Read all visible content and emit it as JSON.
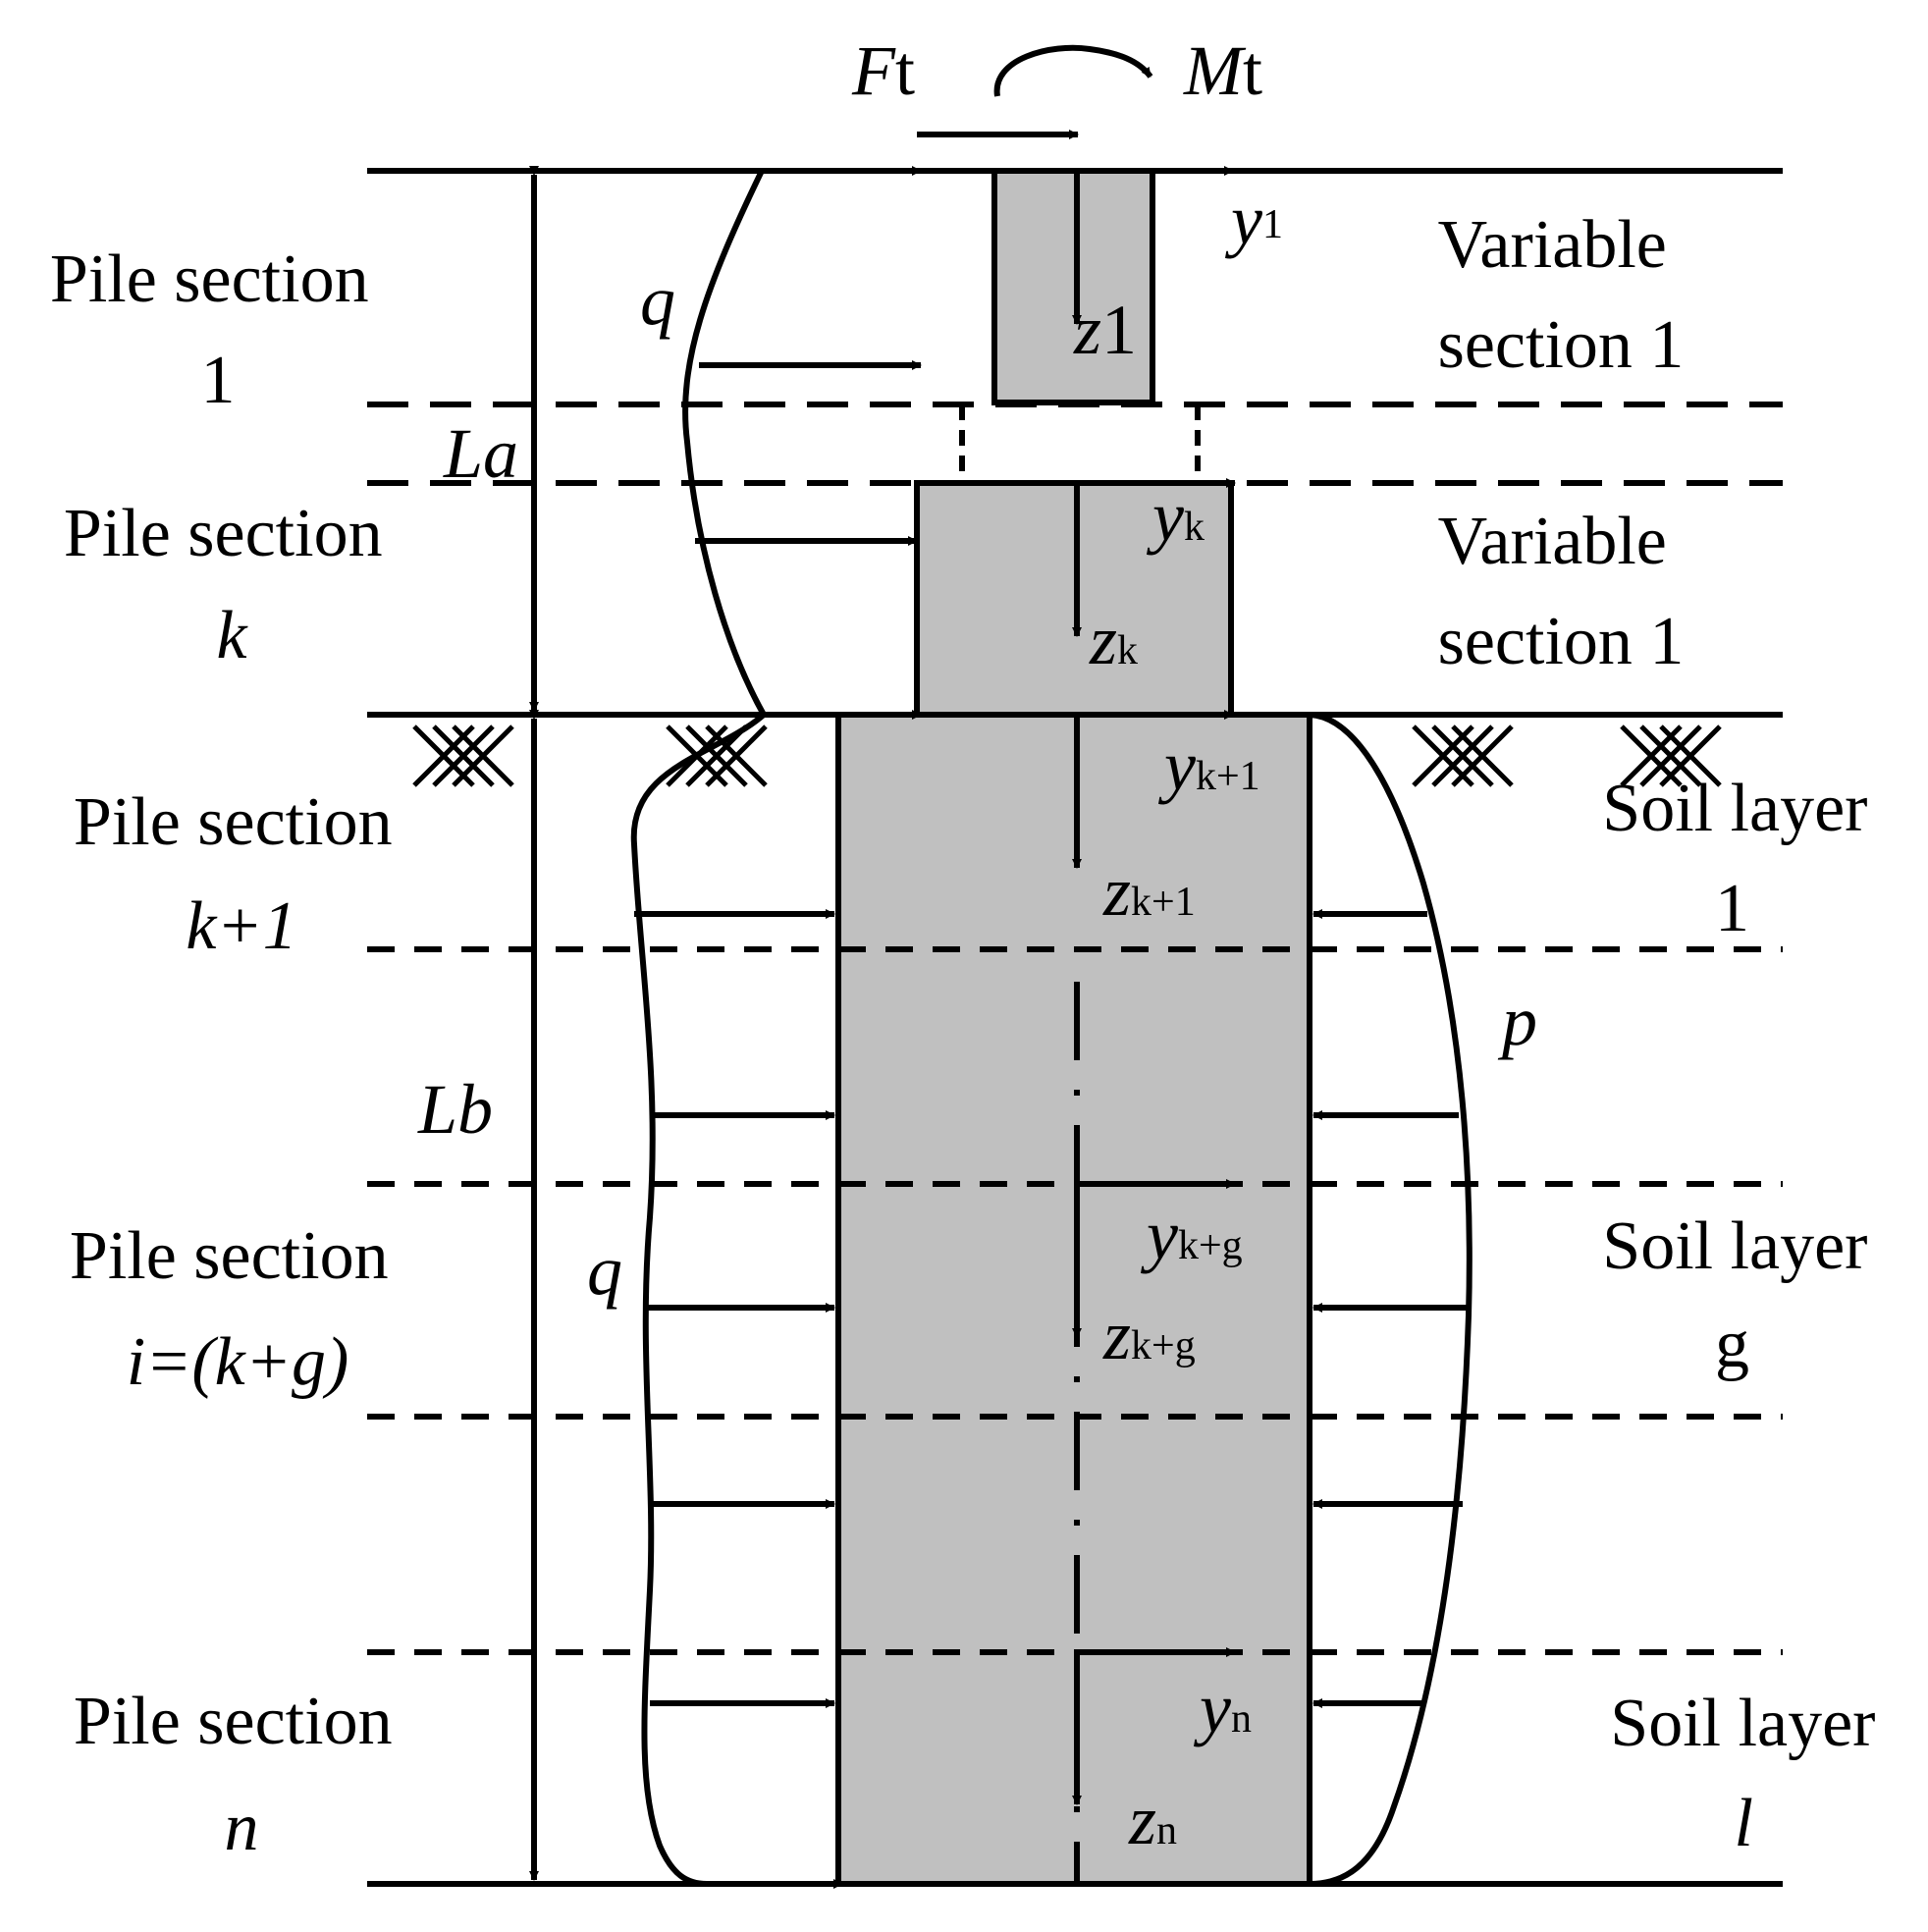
{
  "labels": {
    "pile_section_1": [
      "Pile section",
      "1"
    ],
    "pile_section_k": [
      "Pile section",
      "k"
    ],
    "pile_section_k1": [
      "Pile section",
      "k+1"
    ],
    "pile_section_i": [
      "Pile section",
      "i=(k+g)"
    ],
    "pile_section_n": [
      "Pile section",
      "n"
    ],
    "variable_section_a": [
      "Variable",
      "section 1"
    ],
    "variable_section_b": [
      "Variable",
      "section 1"
    ],
    "soil_layer_1": [
      "Soil layer",
      "1"
    ],
    "soil_layer_g": [
      "Soil layer",
      "g"
    ],
    "soil_layer_l": [
      "Soil layer",
      "l"
    ]
  },
  "symbols": {
    "Ft": {
      "main": "F",
      "sub": "t"
    },
    "Mt": {
      "main": "M",
      "sub": "t"
    },
    "q_top": "q",
    "q_bottom": "q",
    "p": "p",
    "La": {
      "main": "L",
      "sub": "a"
    },
    "Lb": {
      "main": "L",
      "sub": "b"
    },
    "y1": {
      "main": "y",
      "sub": "1"
    },
    "z1": {
      "main": "z",
      "sub": "1"
    },
    "yk": {
      "main": "y",
      "sub": "k"
    },
    "zk": {
      "main": "z",
      "sub": "k"
    },
    "yk1": {
      "main": "y",
      "sub": "k+1"
    },
    "zk1": {
      "main": "z",
      "sub": "k+1"
    },
    "ykg": {
      "main": "y",
      "sub": "k+g"
    },
    "zkg": {
      "main": "z",
      "sub": "k+g"
    },
    "yn": {
      "main": "y",
      "sub": "n"
    },
    "zn": {
      "main": "z",
      "sub": "n"
    }
  },
  "colors": {
    "pile_fill": "#c0c0c0",
    "ink": "#000000"
  }
}
